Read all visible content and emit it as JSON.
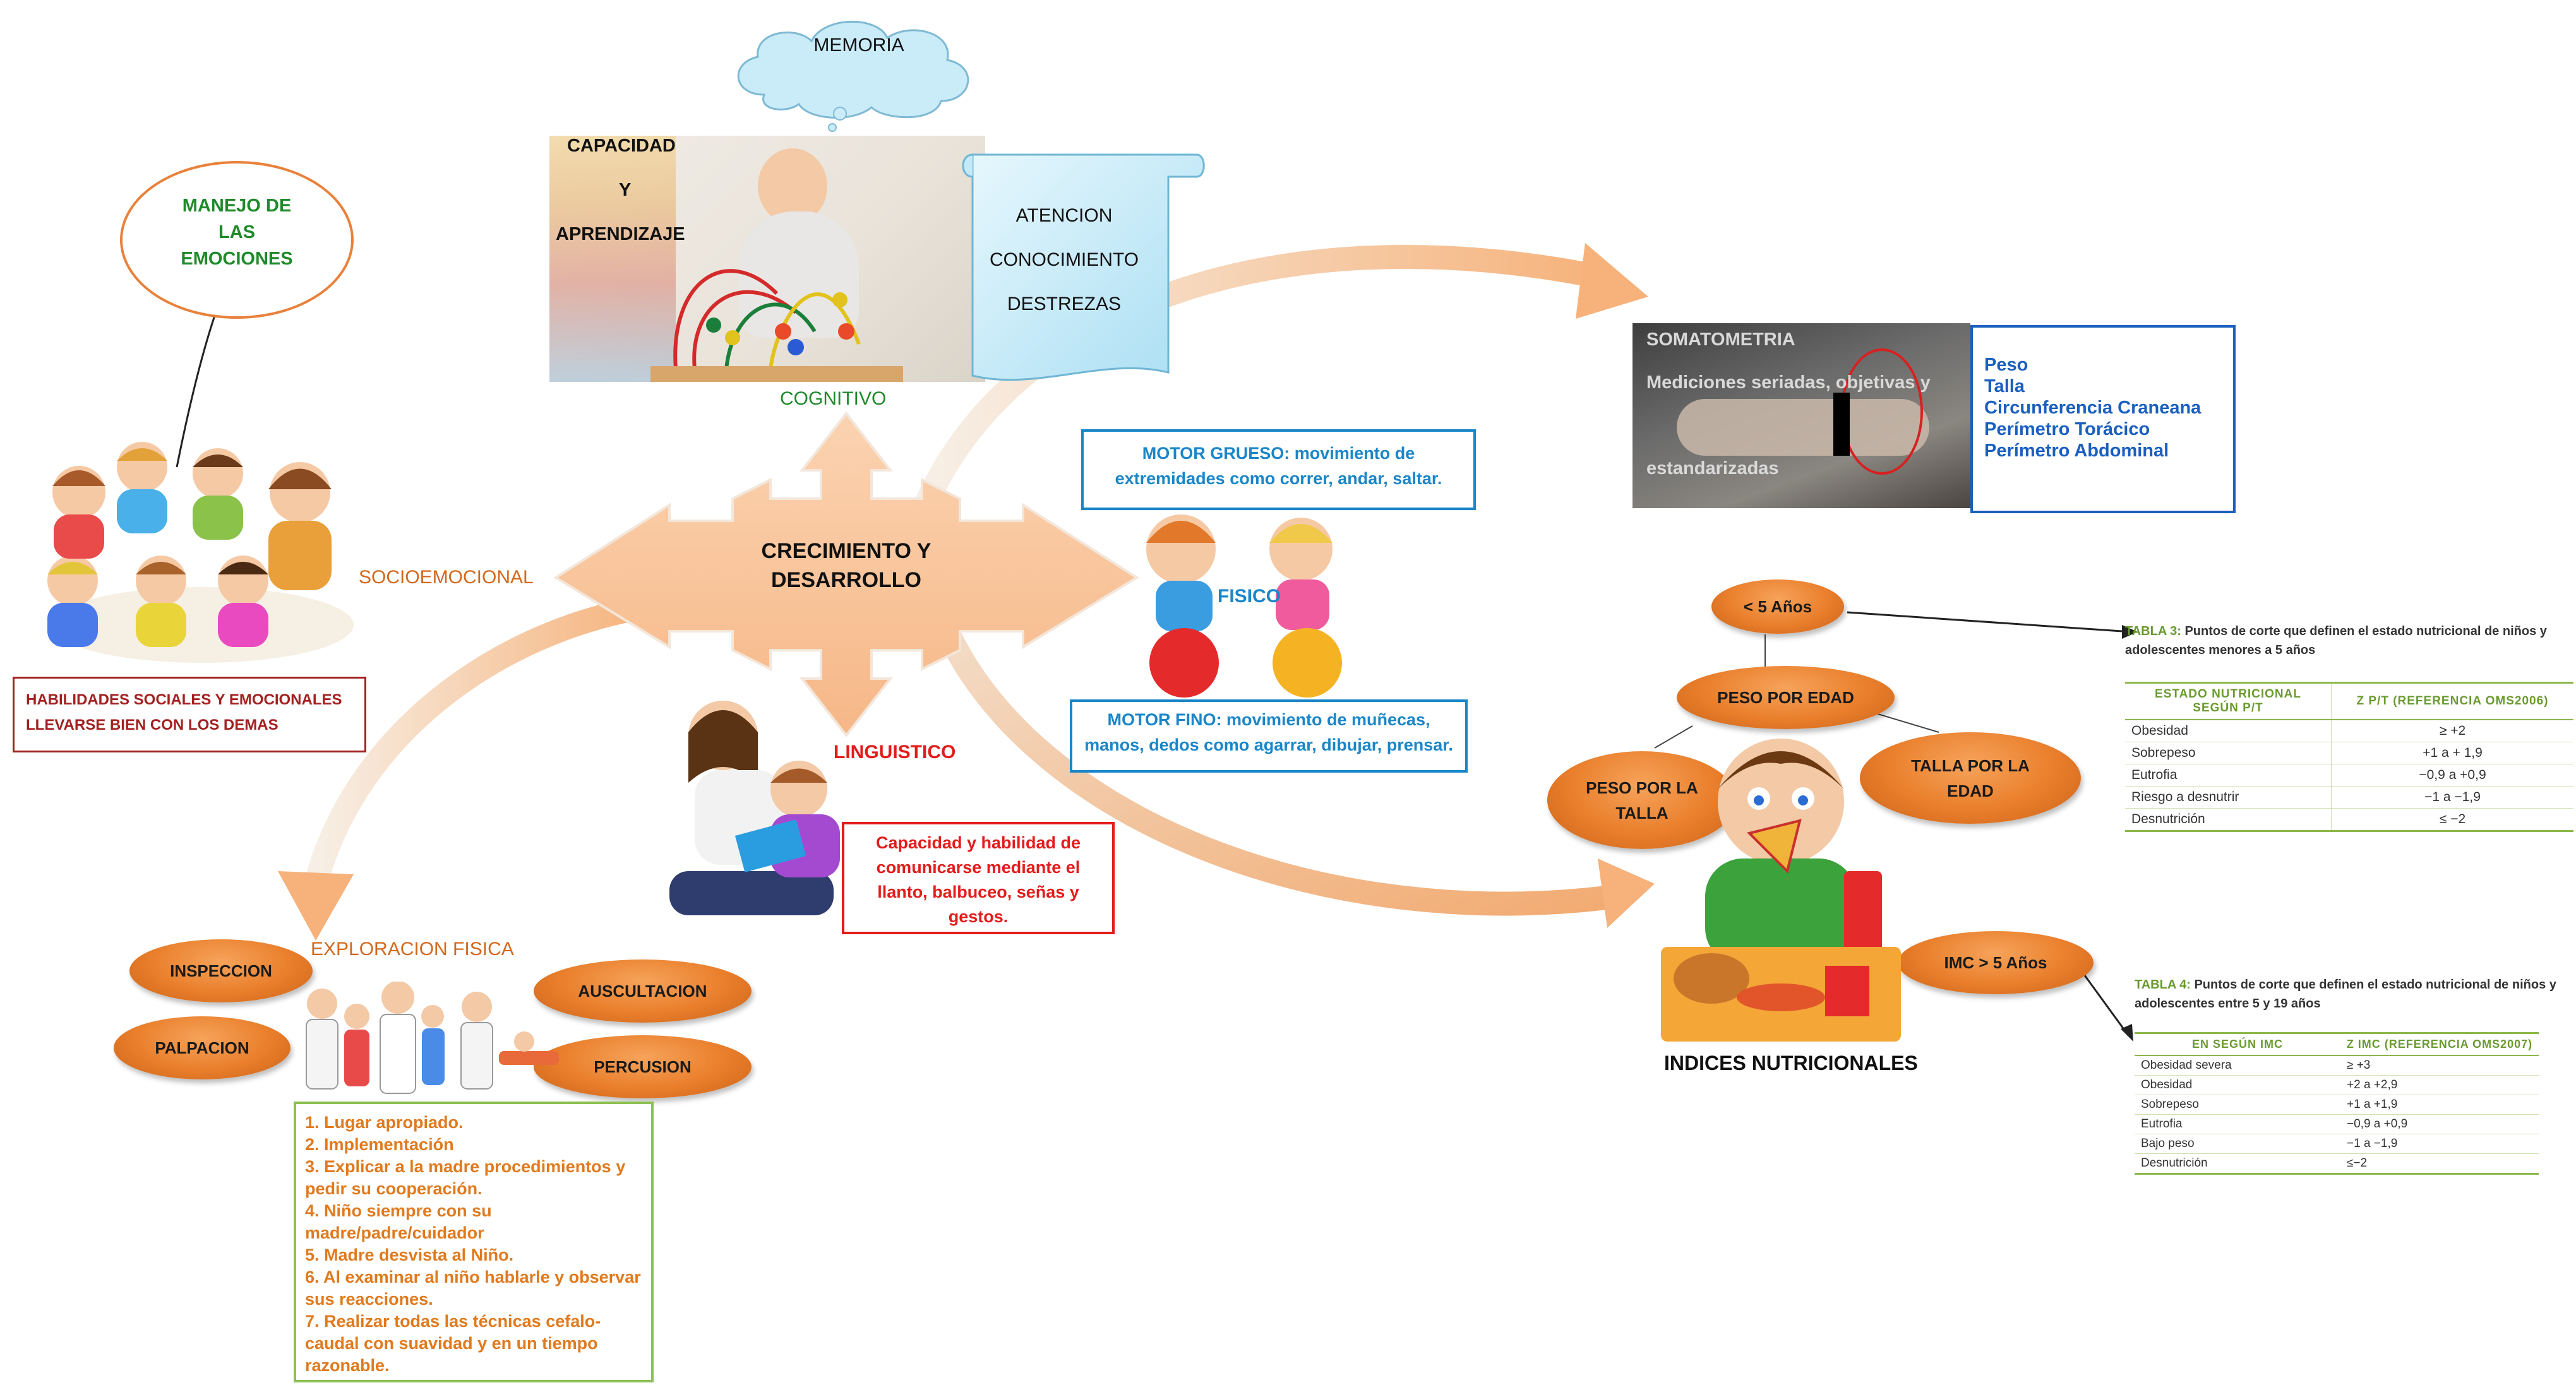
{
  "center": {
    "label": "CRECIMIENTO Y DESARROLLO"
  },
  "memoria": {
    "label": "MEMORIA"
  },
  "cognitivo": {
    "title": "COGNITIVO",
    "photo_caption_lines": [
      "CAPACIDAD",
      "Y",
      "APRENDIZAJE"
    ],
    "scroll_items": [
      "ATENCION",
      "CONOCIMIENTO",
      "DESTREZAS"
    ]
  },
  "socioemocional": {
    "title": "SOCIOEMOCIONAL",
    "bubble_lines": [
      "MANEJO DE",
      "LAS",
      "EMOCIONES"
    ],
    "box_lines": [
      "HABILIDADES SOCIALES Y EMOCIONALES",
      "LLEVARSE BIEN CON LOS DEMAS"
    ]
  },
  "fisico": {
    "title": "FISICO",
    "motor_grueso": "MOTOR GRUESO: movimiento de extremidades como correr, andar, saltar.",
    "motor_fino": "MOTOR FINO: movimiento de muñecas, manos, dedos como agarrar, dibujar, prensar."
  },
  "linguistico": {
    "title": "LINGUISTICO",
    "description": "Capacidad y habilidad de comunicarse mediante el llanto, balbuceo, señas y gestos."
  },
  "somatometria": {
    "photo_title": "SOMATOMETRIA",
    "photo_text_1": "Mediciones seriadas, objetivas y",
    "photo_text_2": "estandarizadas",
    "items": [
      "Peso",
      "Talla",
      "Circunferencia Craneana",
      "Perímetro Torácico",
      "Perímetro Abdominal"
    ]
  },
  "exploracion": {
    "title": "EXPLORACION FISICA",
    "techniques": [
      "INSPECCION",
      "PALPACION",
      "AUSCULTACION",
      "PERCUSION"
    ],
    "steps": [
      "1. Lugar apropiado.",
      "2. Implementación",
      "3. Explicar a la madre procedimientos y pedir su cooperación.",
      "4. Niño siempre con su madre/padre/cuidador",
      "5. Madre desvista al Niño.",
      "6. Al examinar al niño hablarle y observar sus reacciones.",
      "7. Realizar todas las técnicas cefalo-caudal con suavidad y en un tiempo razonable."
    ]
  },
  "indices": {
    "title": "INDICES NUTRICIONALES",
    "nodes": {
      "menor5": "< 5 Años",
      "peso_edad": "PESO POR EDAD",
      "peso_talla": "PESO POR LA TALLA",
      "talla_edad": "TALLA POR LA EDAD",
      "imc": "IMC > 5 Años"
    }
  },
  "tabla3": {
    "caption_label": "TABLA 3:",
    "caption_text": "Puntos de corte que definen el estado nutricional de niños y adolescentes menores a 5 años",
    "headers": [
      "ESTADO NUTRICIONAL SEGÚN P/T",
      "Z P/T (REFERENCIA OMS2006)"
    ],
    "rows": [
      [
        "Obesidad",
        "≥ +2"
      ],
      [
        "Sobrepeso",
        "+1 a + 1,9"
      ],
      [
        "Eutrofia",
        "−0,9 a +0,9"
      ],
      [
        "Riesgo a desnutrir",
        "−1 a −1,9"
      ],
      [
        "Desnutrición",
        "≤ −2"
      ]
    ]
  },
  "tabla4": {
    "caption_label": "TABLA 4:",
    "caption_text": "Puntos de corte que definen el estado nutricional de niños y adolescentes entre 5 y 19 años",
    "headers": [
      "EN SEGÚN IMC",
      "Z IMC (REFERENCIA OMS2007)"
    ],
    "rows": [
      [
        "Obesidad severa",
        "≥ +3"
      ],
      [
        "Obesidad",
        "+2 a +2,9"
      ],
      [
        "Sobrepeso",
        "+1 a +1,9"
      ],
      [
        "Eutrofia",
        "−0,9 a +0,9"
      ],
      [
        "Bajo peso",
        "−1 a −1,9"
      ],
      [
        "Desnutrición",
        "≤−2"
      ]
    ]
  },
  "colors": {
    "arrow_fill": "#f9c9a0",
    "oval_orange": "#e97e2b",
    "green_text": "#1f8a2a",
    "orange_text": "#d2691e",
    "blue_text": "#1a86c8",
    "red_text": "#e41b1b",
    "table_green": "#8cb84a"
  }
}
